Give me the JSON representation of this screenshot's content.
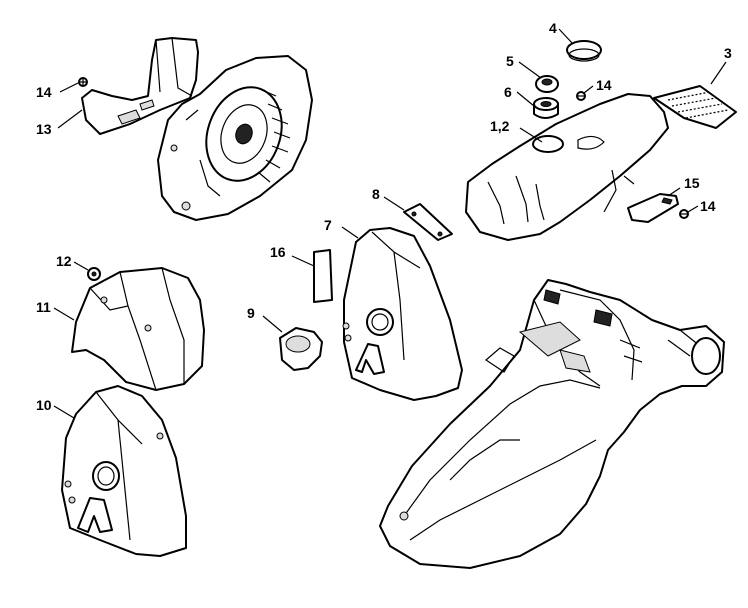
{
  "callouts": {
    "c1": "14",
    "c2": "13",
    "c3": "4",
    "c4": "5",
    "c5": "14",
    "c6": "6",
    "c7": "3",
    "c8": "1,2",
    "c9": "8",
    "c10": "15",
    "c11": "14",
    "c12": "7",
    "c13": "16",
    "c14": "12",
    "c15": "11",
    "c16": "9",
    "c17": "10"
  }
}
